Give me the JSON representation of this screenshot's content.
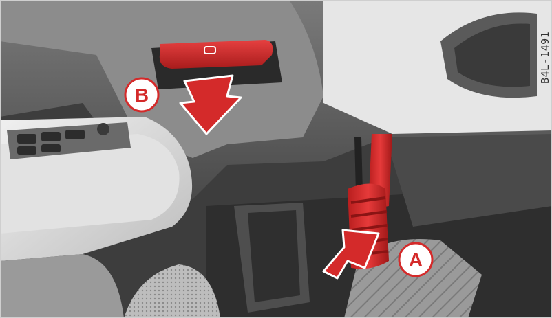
{
  "figure": {
    "code": "B4L-1491",
    "labels": {
      "pedal": "A",
      "release_handle": "B"
    }
  },
  "colors": {
    "accent_red": "#d42a2a",
    "dark_red": "#a81c1c",
    "dash_gray": "#5c5c5c",
    "panel_light": "#dcdcdc",
    "footwell_dark": "#3a3a3a"
  }
}
